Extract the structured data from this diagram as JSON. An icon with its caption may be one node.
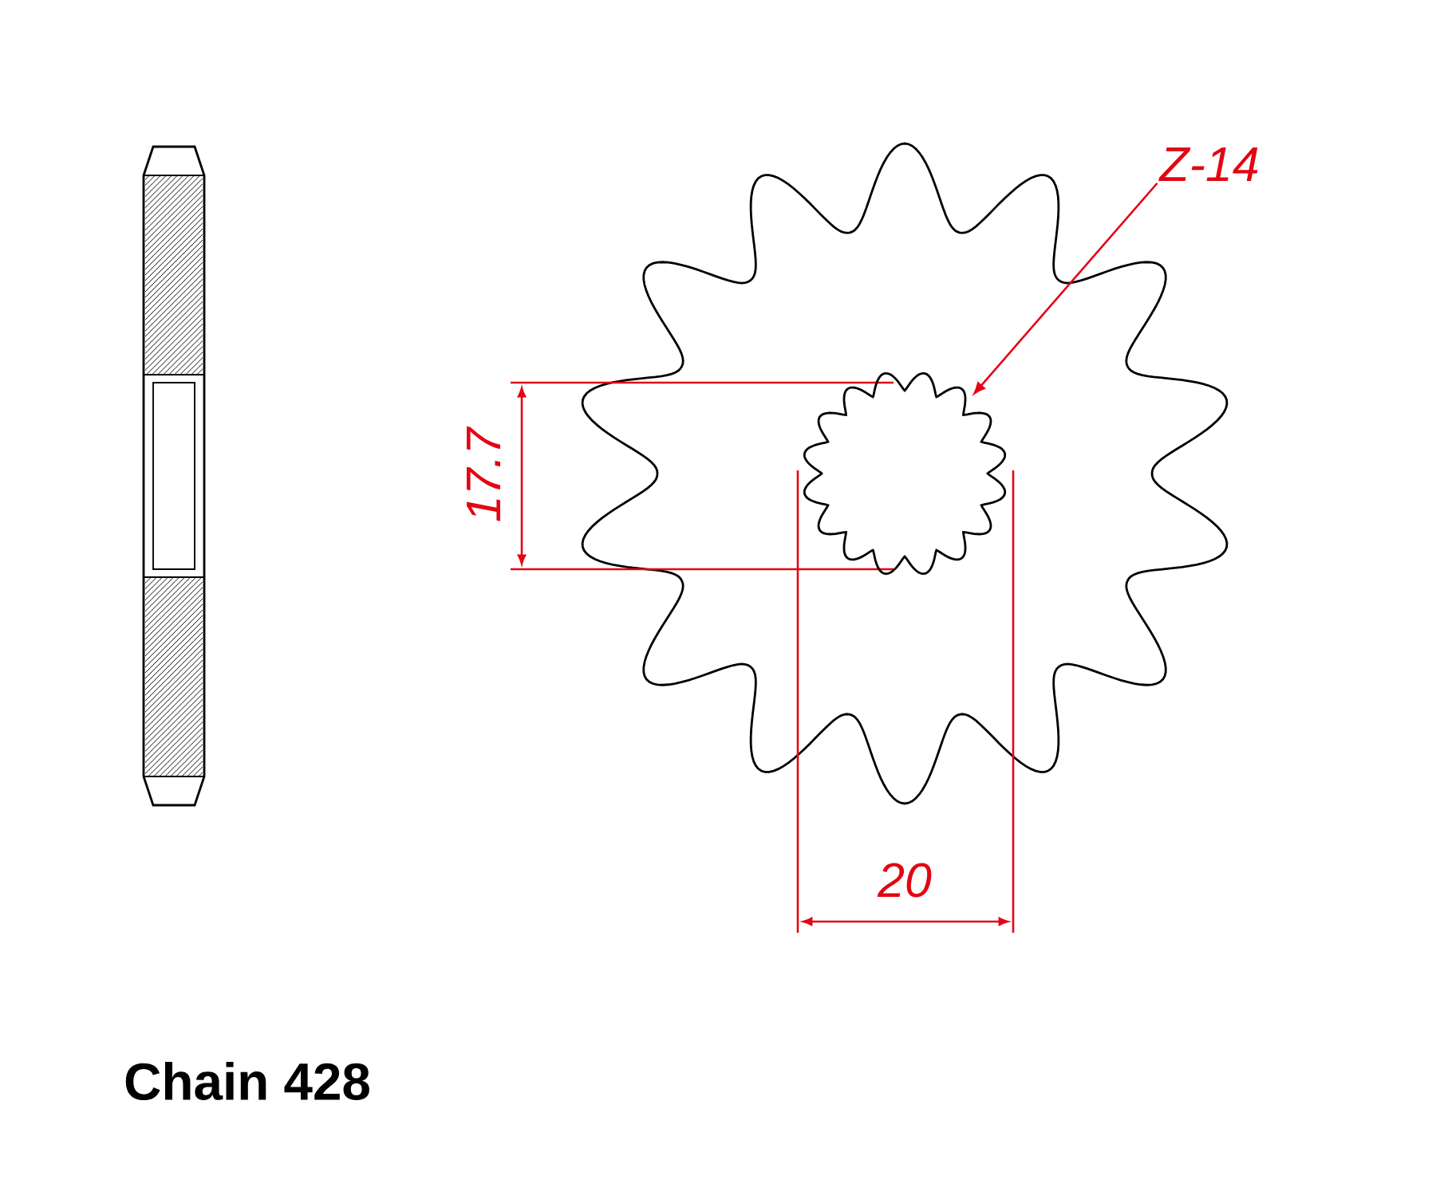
{
  "diagram": {
    "nodes": [
      {
        "text": [
          "Z-14"
        ]
      },
      {
        "text": [],
        "shape": "picture"
      }
    ],
    "edges": [
      {
        "from": 0,
        "to": 1,
        "arrow": "to"
      }
    ],
    "labels": [
      "17.7",
      "20",
      "Chain 428"
    ]
  }
}
